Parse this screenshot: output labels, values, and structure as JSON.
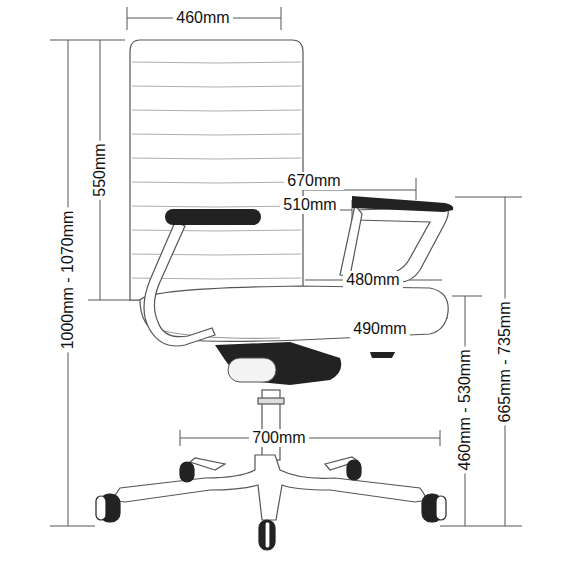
{
  "diagram": {
    "labels": [
      "460mm",
      "550mm",
      "1000mm - 1070mm",
      "670mm",
      "510mm",
      "480mm",
      "490mm",
      "700mm",
      "460mm - 530mm",
      "665mm - 735mm"
    ]
  }
}
